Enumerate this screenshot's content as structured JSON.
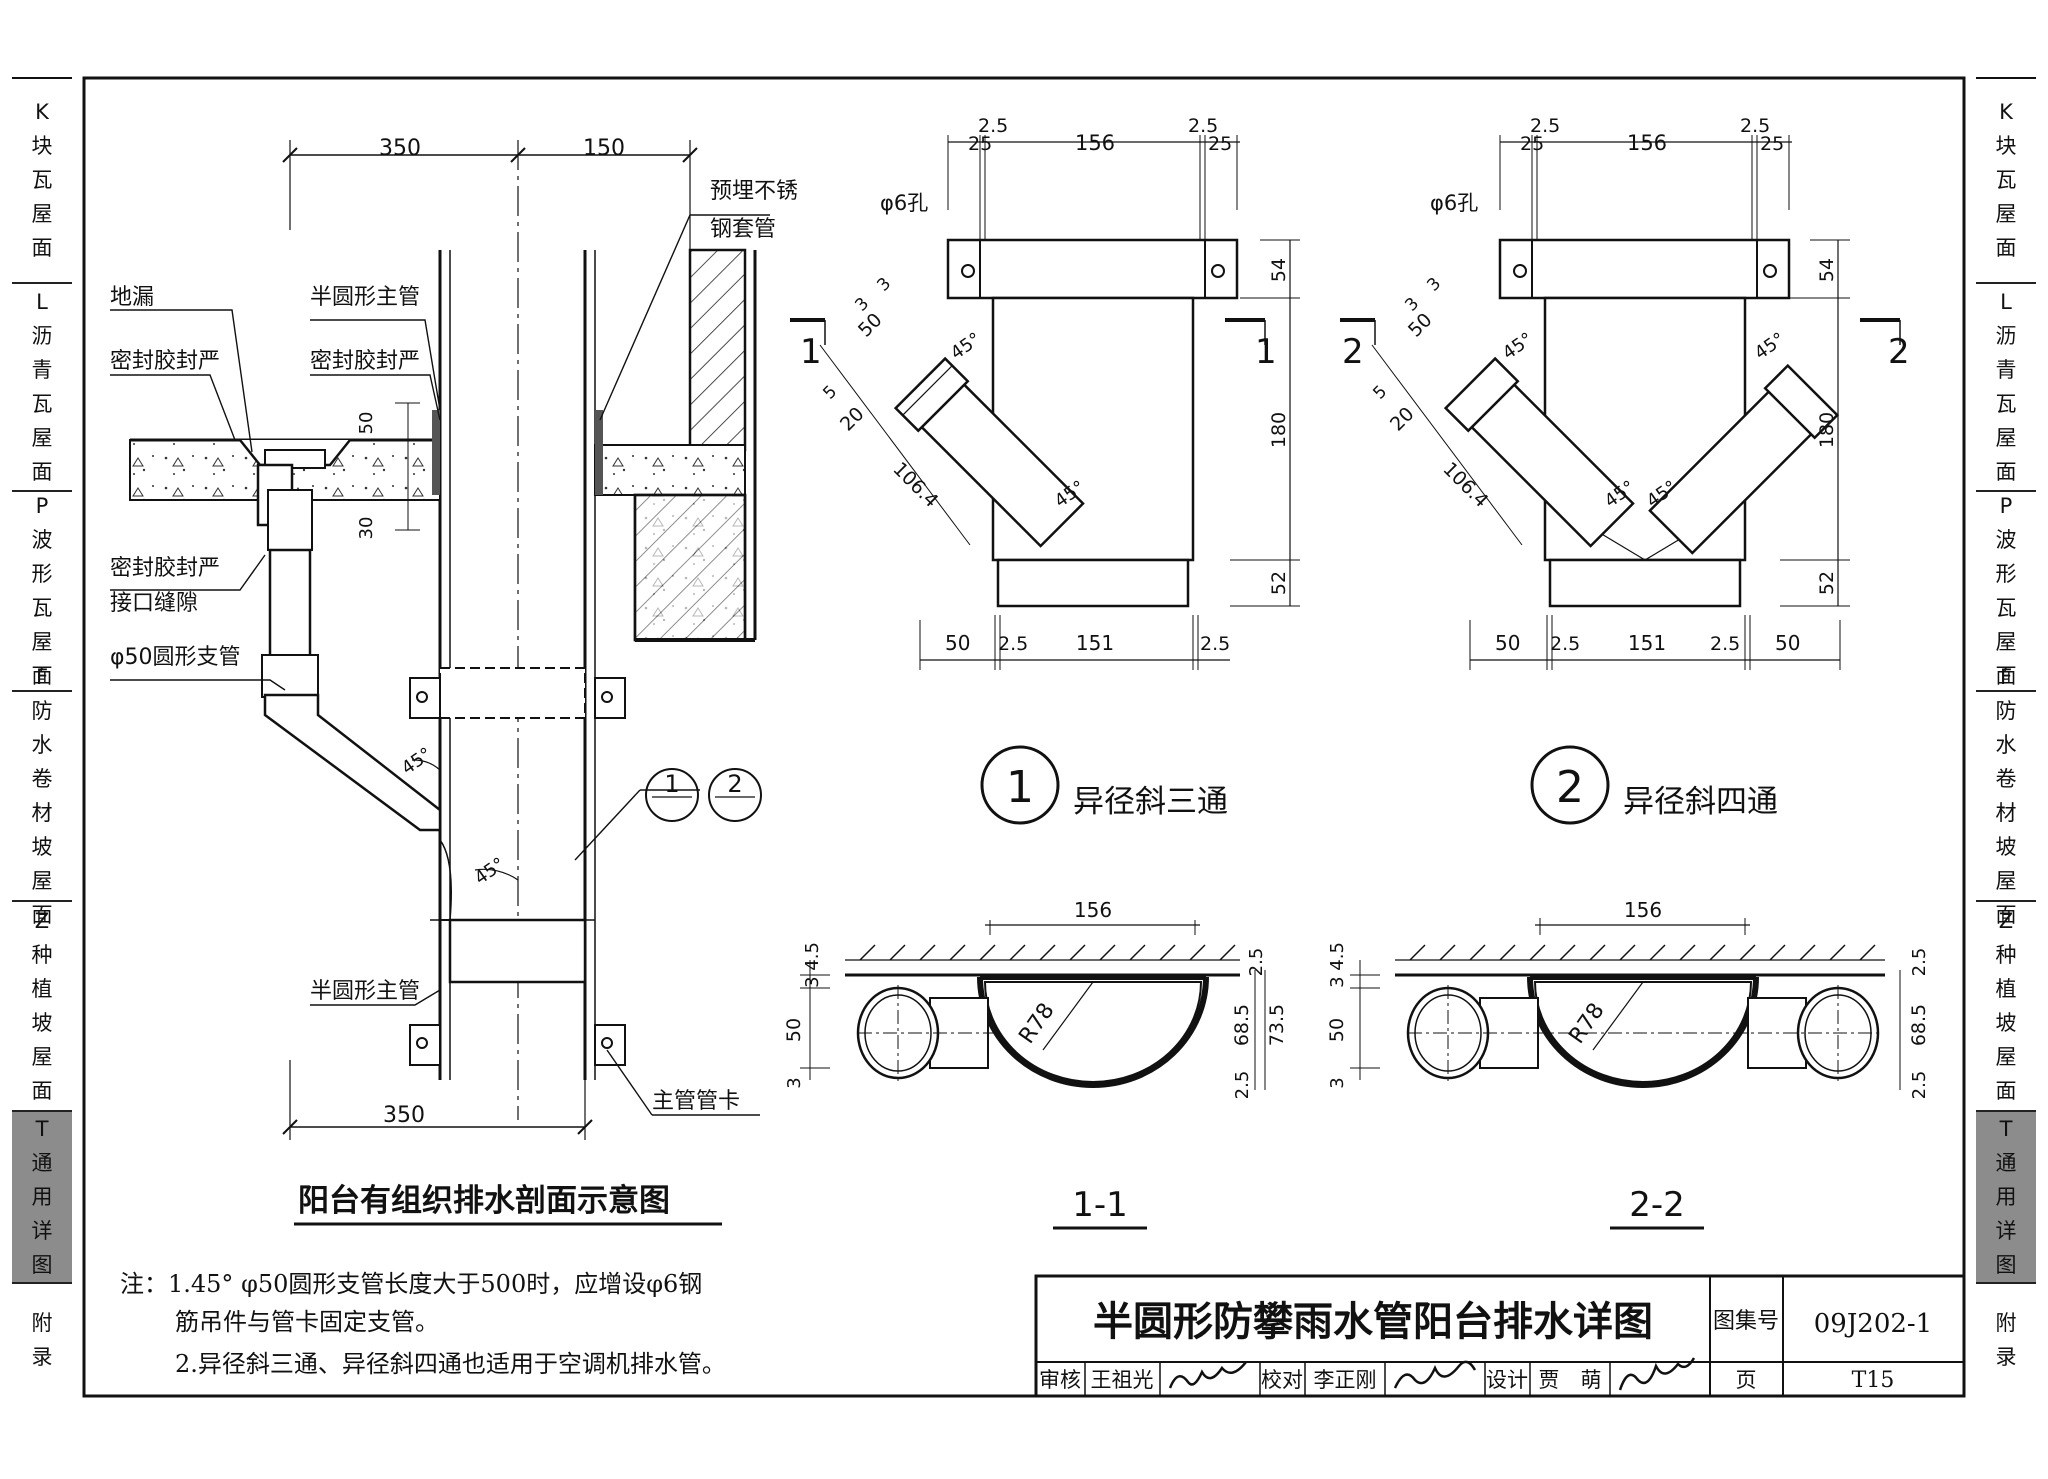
{
  "side_tabs_left": [
    {
      "code": "K",
      "lines": [
        "块",
        "瓦",
        "屋",
        "面"
      ]
    },
    {
      "code": "L",
      "lines": [
        "沥",
        "青",
        "瓦",
        "屋",
        "面"
      ]
    },
    {
      "code": "P",
      "lines": [
        "波",
        "形",
        "瓦",
        "屋",
        "面"
      ]
    },
    {
      "code": "F",
      "lines": [
        "防",
        "水",
        "卷",
        "材",
        "坡",
        "屋",
        "面"
      ]
    },
    {
      "code": "Z",
      "lines": [
        "种",
        "植",
        "坡",
        "屋",
        "面"
      ]
    },
    {
      "code": "T",
      "lines": [
        "通",
        "用",
        "详",
        "图"
      ],
      "active": true
    },
    {
      "code": "",
      "lines": [
        "附",
        "录"
      ]
    }
  ],
  "side_tabs_right": [
    {
      "code": "K",
      "lines": [
        "块",
        "瓦",
        "屋",
        "面"
      ]
    },
    {
      "code": "L",
      "lines": [
        "沥",
        "青",
        "瓦",
        "屋",
        "面"
      ]
    },
    {
      "code": "P",
      "lines": [
        "波",
        "形",
        "瓦",
        "屋",
        "面"
      ]
    },
    {
      "code": "F",
      "lines": [
        "防",
        "水",
        "卷",
        "材",
        "坡",
        "屋",
        "面"
      ]
    },
    {
      "code": "Z",
      "lines": [
        "种",
        "植",
        "坡",
        "屋",
        "面"
      ]
    },
    {
      "code": "T",
      "lines": [
        "通",
        "用",
        "详",
        "图"
      ],
      "active": true
    },
    {
      "code": "",
      "lines": [
        "附",
        "录"
      ]
    }
  ],
  "section_view": {
    "title": "阳台有组织排水剖面示意图",
    "dim_top_left": "350",
    "dim_top_right": "150",
    "dim_bottom": "350",
    "dim_50": "50",
    "dim_30": "30",
    "labels": {
      "floor_drain": "地漏",
      "seal_1": "密封胶封严",
      "seal_2": "密封胶封严",
      "seal_joint_1": "密封胶封严",
      "seal_joint_2": "接口缝隙",
      "branch_pipe": "φ50圆形支管",
      "main_pipe_top": "半圆形主管",
      "main_pipe_bottom": "半圆形主管",
      "steel_sleeve_1": "预埋不锈",
      "steel_sleeve_2": "钢套管",
      "pipe_clamp": "主管管卡",
      "angle_1": "45°",
      "angle_2": "45°",
      "ref_1": "1",
      "ref_2": "2"
    }
  },
  "fitting_1": {
    "number": "1",
    "title": "异径斜三通",
    "section_mark": "1",
    "dims": {
      "d25a": "25",
      "d25b": "2.5",
      "d156": "156",
      "d25c": "2.5",
      "d25d": "25",
      "hole": "φ6孔",
      "d54": "54",
      "d180": "180",
      "d52": "52",
      "d3a": "3",
      "d50": "50",
      "d3b": "3",
      "d5": "5",
      "d20": "20",
      "d1064": "106.4",
      "a45a": "45°",
      "a45b": "45°",
      "b50": "50",
      "b25": "2.5",
      "b151": "151",
      "b25b": "2.5"
    }
  },
  "fitting_2": {
    "number": "2",
    "title": "异径斜四通",
    "section_mark": "2",
    "dims": {
      "d25a": "25",
      "d25b": "2.5",
      "d156": "156",
      "d25c": "2.5",
      "d25d": "25",
      "hole": "φ6孔",
      "d54": "54",
      "d180": "180",
      "d52": "52",
      "d3a": "3",
      "d50": "50",
      "d3b": "3",
      "d5": "5",
      "d20": "20",
      "d1064": "106.4",
      "a45a": "45°",
      "a45b": "45°",
      "a45c": "45°",
      "a45d": "45°",
      "b50": "50",
      "b25": "2.5",
      "b151": "151",
      "b25b": "2.5",
      "b50b": "50"
    }
  },
  "section_1_1": {
    "label": "1-1",
    "dims": {
      "w156": "156",
      "h345": "3 4.5",
      "h50": "50",
      "h3": "3",
      "r78": "R78",
      "h25a": "2.5",
      "h685": "68.5",
      "h735": "73.5",
      "h25b": "2.5"
    }
  },
  "section_2_2": {
    "label": "2-2",
    "dims": {
      "w156": "156",
      "h345": "3 4.5",
      "h50": "50",
      "h3": "3",
      "r78": "R78",
      "h25a": "2.5",
      "h685": "68.5",
      "h25b": "2.5"
    }
  },
  "notes": {
    "line1": "注：1.45° φ50圆形支管长度大于500时，应增设φ6钢",
    "line2": "筋吊件与管卡固定支管。",
    "line3": "2.异径斜三通、异径斜四通也适用于空调机排水管。"
  },
  "title_block": {
    "drawing_title": "半圆形防攀雨水管阳台排水详图",
    "atlas_label": "图集号",
    "atlas_no": "09J202-1",
    "review_label": "审核",
    "reviewer": "王祖光",
    "check_label": "校对",
    "checker": "李正刚",
    "design_label": "设计",
    "designer": "贾　萌",
    "page_label": "页",
    "page_no": "T15"
  }
}
